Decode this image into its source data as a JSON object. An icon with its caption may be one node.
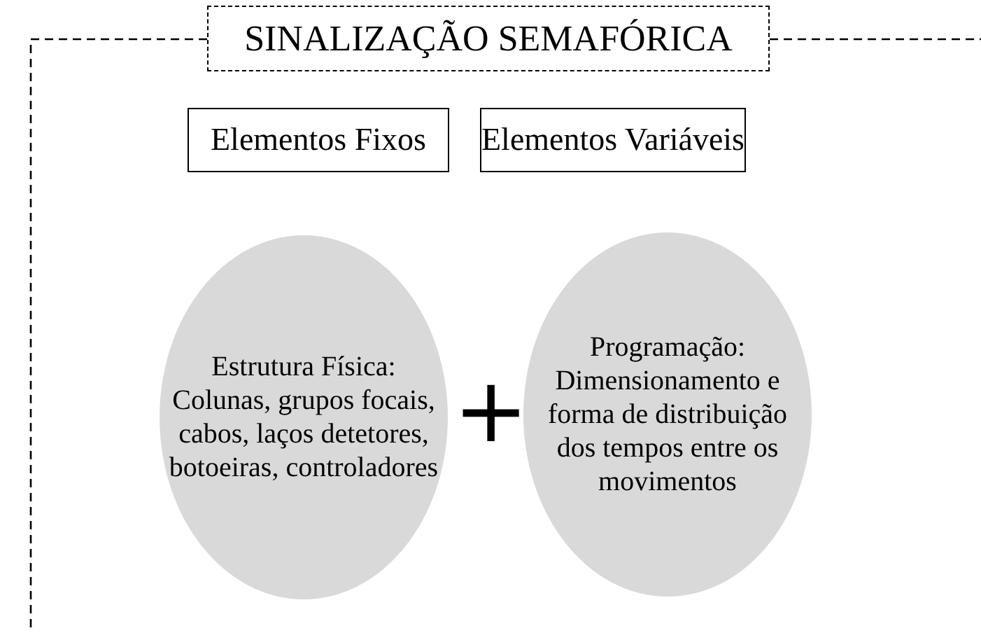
{
  "diagram": {
    "nodes": [
      {
        "text": [
          "SINALIZAÇÃO SEMAFÓRICA"
        ]
      },
      {
        "text": [
          "Elementos Fixos"
        ]
      },
      {
        "text": [
          "Elementos Variáveis"
        ]
      },
      {
        "text": [
          "Estrutura Física: Colunas, grupos focais, cabos, laços detetores, botoeiras, controladores"
        ]
      },
      {
        "text": [
          "Programação: Dimensionamento e forma de distribuição dos tempos entre os movimentos"
        ]
      }
    ],
    "labels": [
      "+"
    ]
  }
}
